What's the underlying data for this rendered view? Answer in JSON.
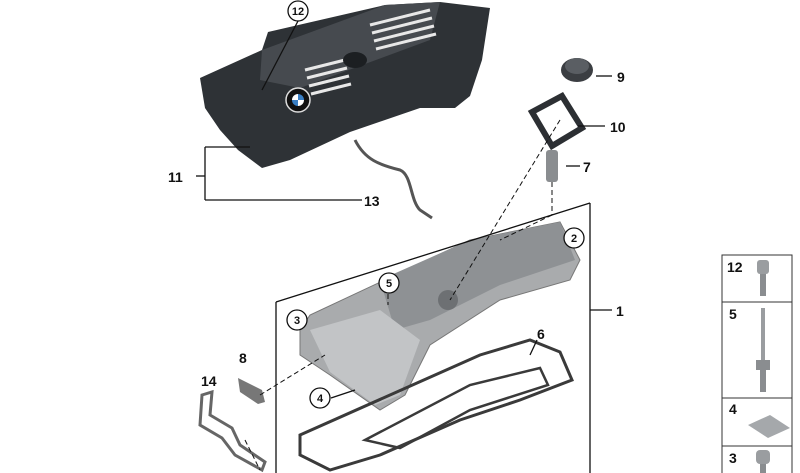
{
  "callouts": {
    "c1": "1",
    "c2": "2",
    "c3": "3",
    "c4": "4",
    "c5": "5",
    "c6": "6",
    "c7": "7",
    "c8": "8",
    "c9": "9",
    "c10": "10",
    "c11": "11",
    "c12": "12",
    "c13": "13",
    "c14": "14"
  },
  "fastener_table": [
    {
      "label": "12"
    },
    {
      "label": "5"
    },
    {
      "label": "4"
    },
    {
      "label": "3"
    }
  ],
  "colors": {
    "cover": "#2e3236",
    "valve_cover": "#a9abad",
    "gasket": "#3a3a3a"
  }
}
